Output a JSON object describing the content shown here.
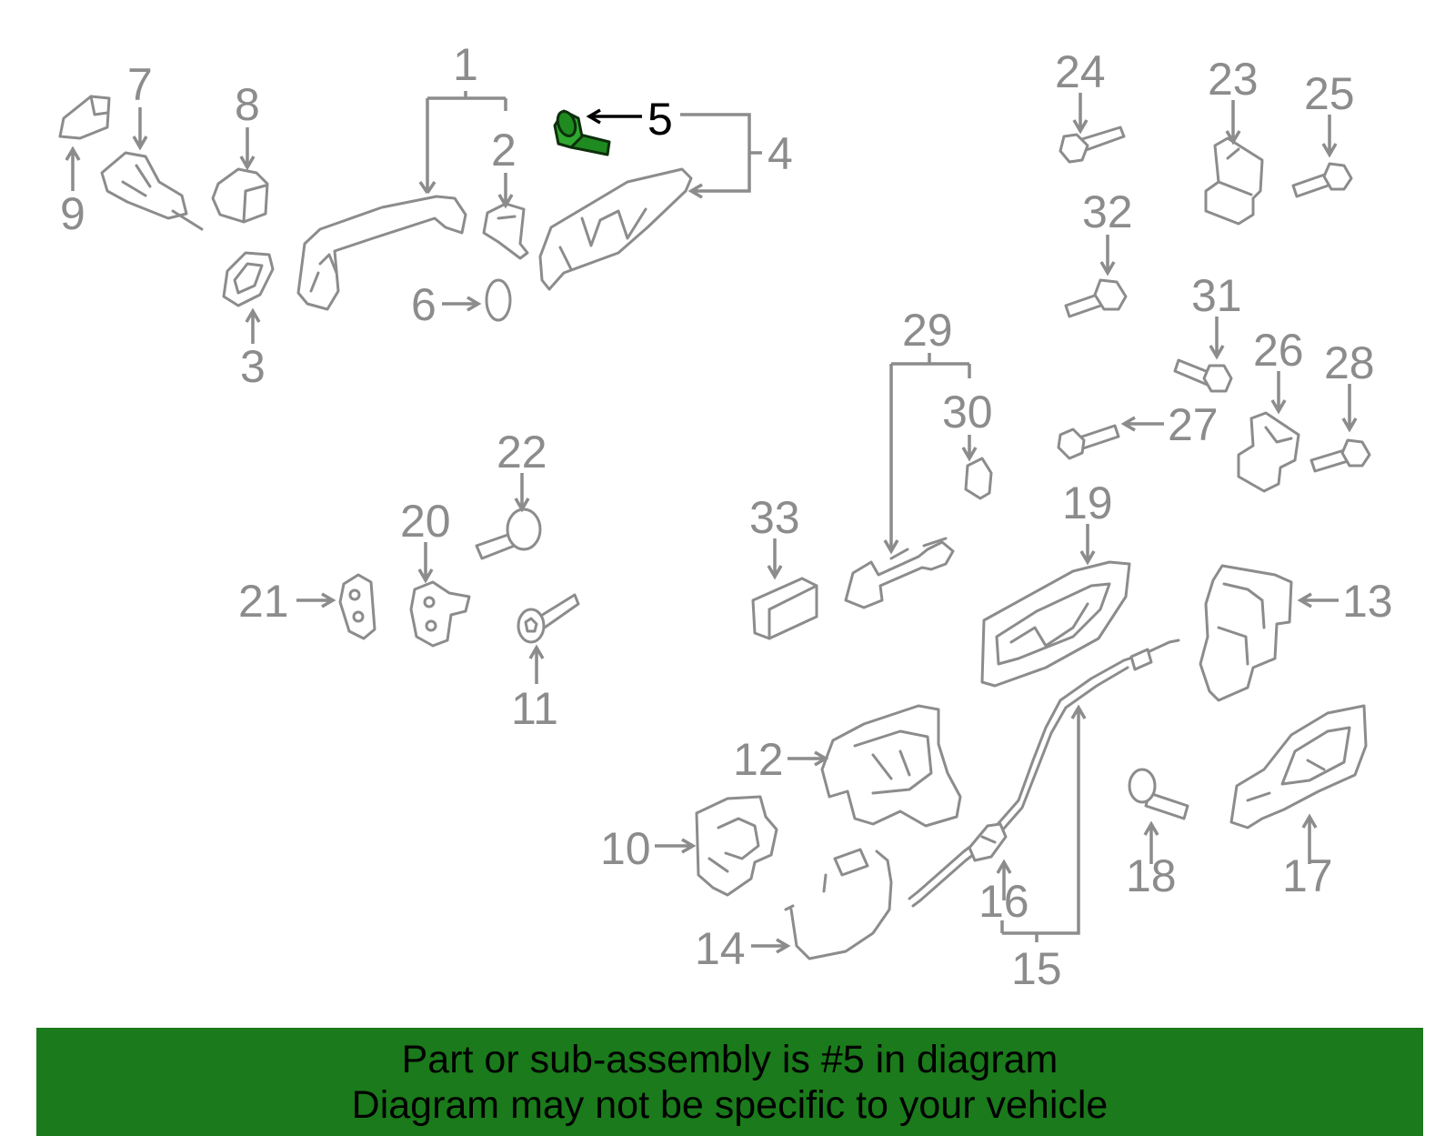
{
  "callouts": {
    "c1": "1",
    "c2": "2",
    "c3": "3",
    "c4": "4",
    "c5": "5",
    "c6": "6",
    "c7": "7",
    "c8": "8",
    "c9": "9",
    "c10": "10",
    "c11": "11",
    "c12": "12",
    "c13": "13",
    "c14": "14",
    "c15": "15",
    "c16": "16",
    "c17": "17",
    "c18": "18",
    "c19": "19",
    "c20": "20",
    "c21": "21",
    "c22": "22",
    "c23": "23",
    "c24": "24",
    "c25": "25",
    "c26": "26",
    "c27": "27",
    "c28": "28",
    "c29": "29",
    "c30": "30",
    "c31": "31",
    "c32": "32",
    "c33": "33"
  },
  "highlighted_part": "5",
  "colors": {
    "highlight": "#1f8a1f",
    "banner": "#1b7a1b",
    "line": "#8c8c8c"
  },
  "banner": {
    "line1": "Part or sub-assembly is #5 in diagram",
    "line2": "Diagram may not be specific to your vehicle"
  }
}
